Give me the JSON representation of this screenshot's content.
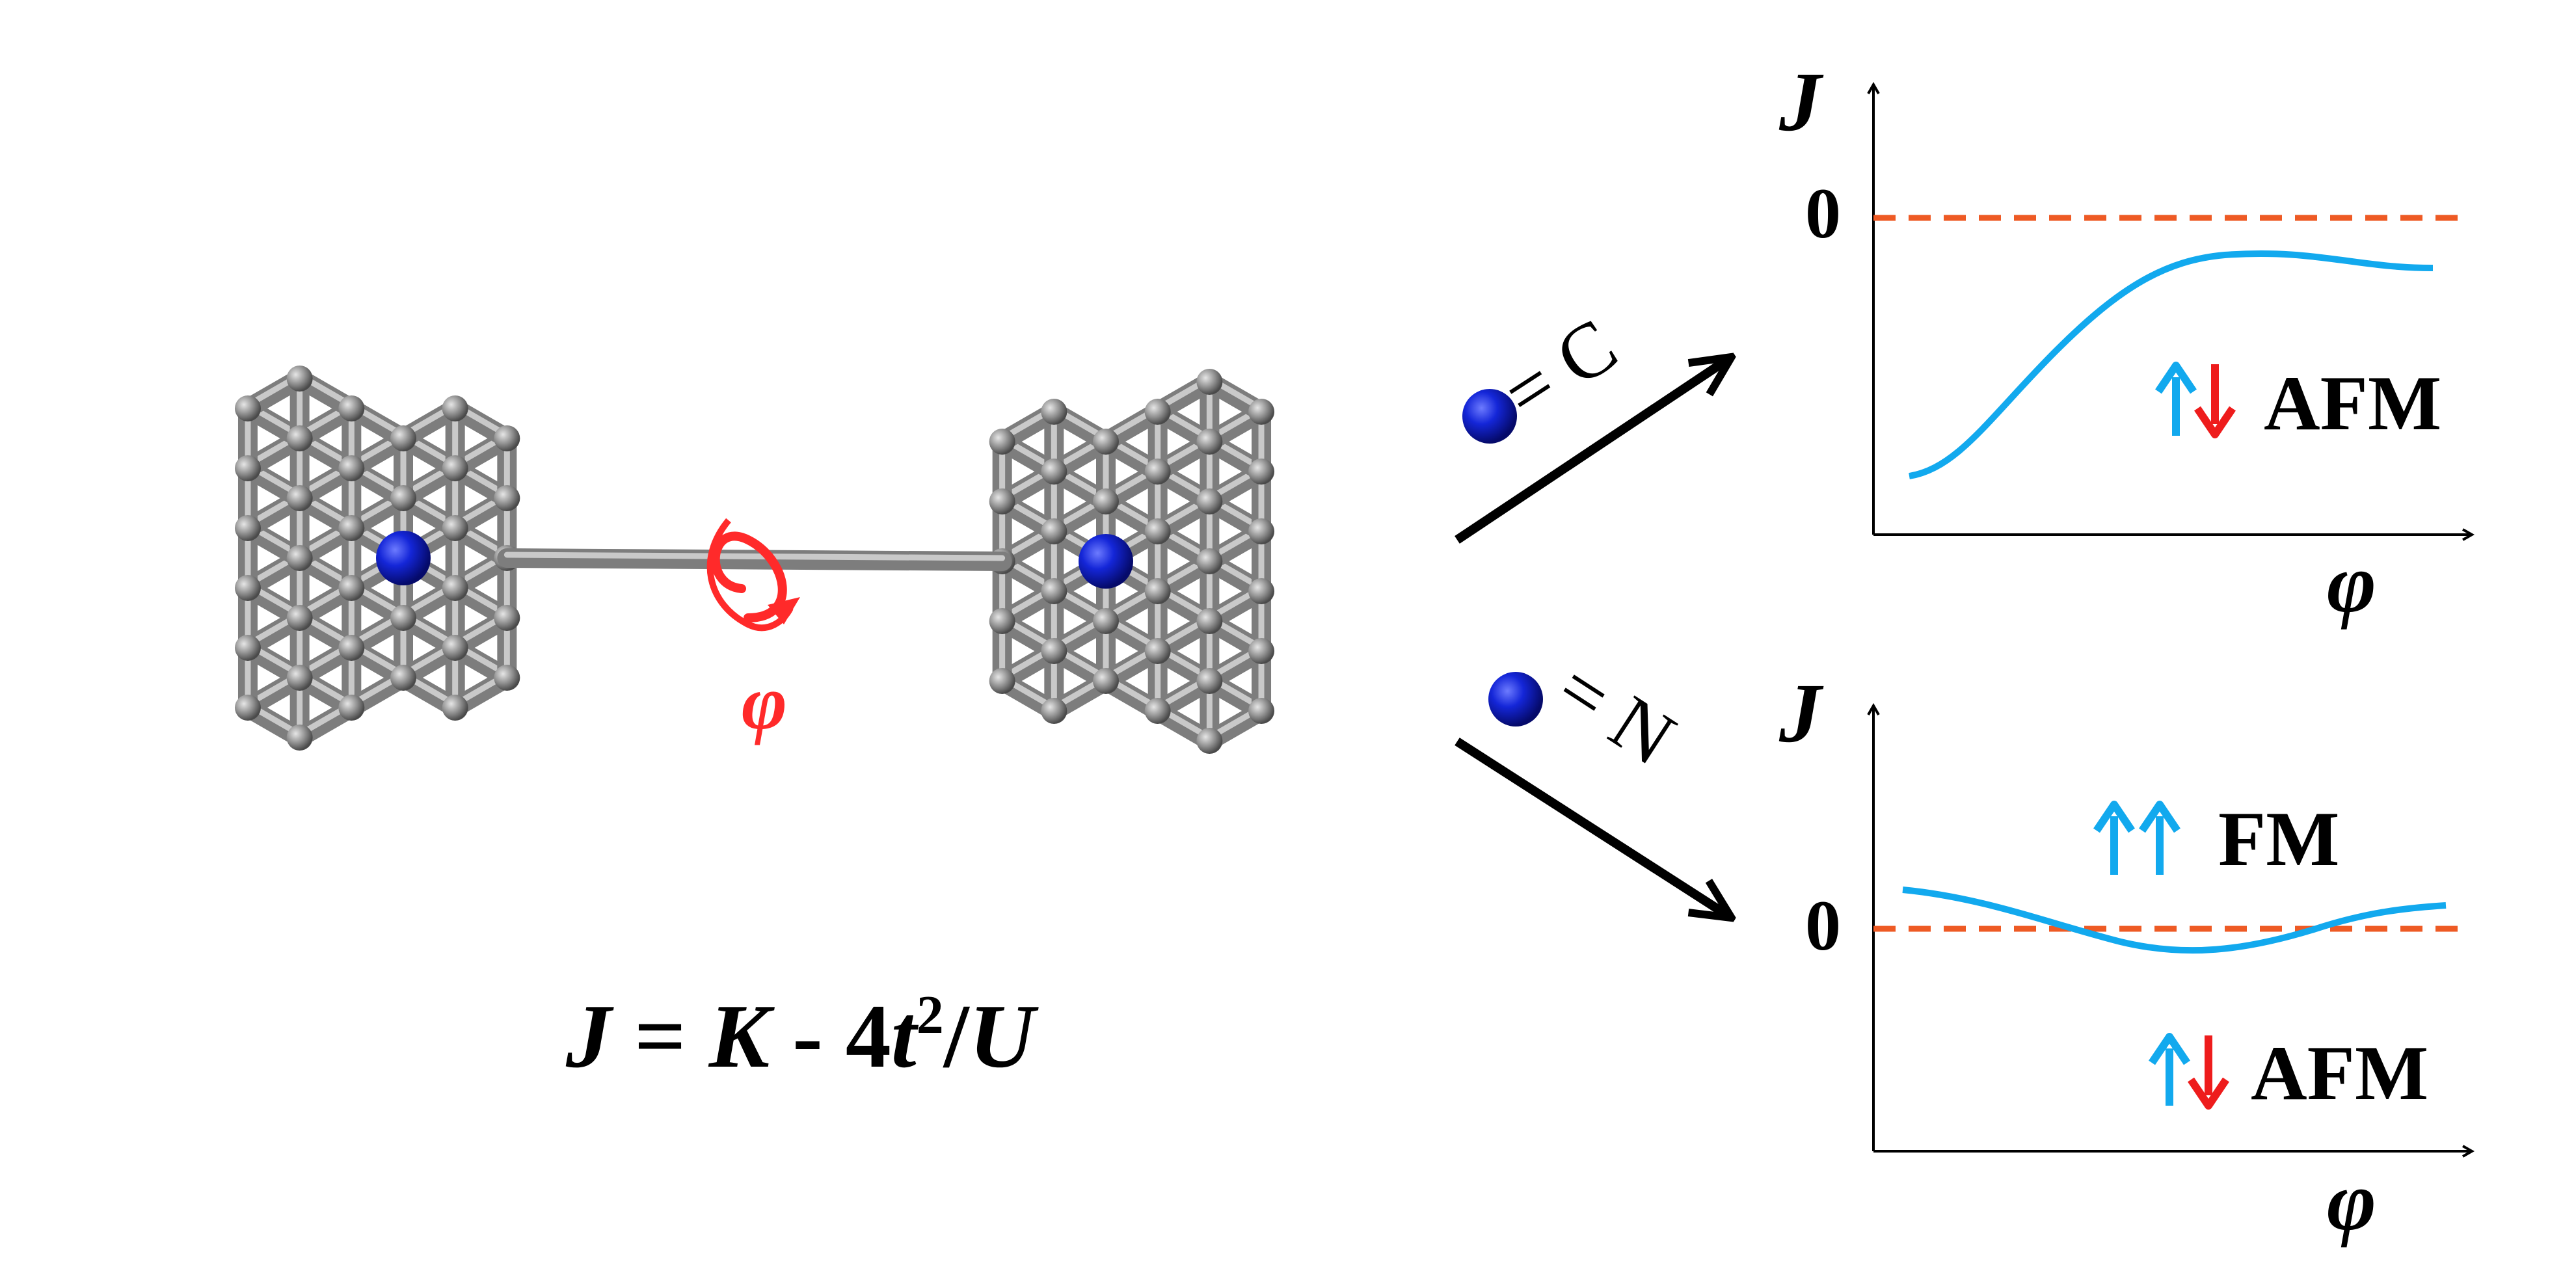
{
  "colors": {
    "carbon": "#7d7d7d",
    "carbon_highlight": "#c9c9c9",
    "hydrogen": "#ffffff",
    "heteroatom": "#0b16c8",
    "rotation": "#ff2a2a",
    "curve": "#12a9ee",
    "zero_line": "#ee5a24",
    "spin_up": "#12a9ee",
    "spin_down": "#ee1c1c",
    "axis": "#000000"
  },
  "rotation_label": "φ",
  "formula": {
    "J": "J",
    "eq": " = ",
    "K": "K",
    "minus": " - 4",
    "t": "t",
    "sup": "2",
    "slash": "/",
    "U": "U"
  },
  "legend_top": {
    "eq_text": "= C"
  },
  "legend_bottom": {
    "eq_text": "= N"
  },
  "plot_top": {
    "y_label": "J",
    "x_label": "φ",
    "zero_label": "0",
    "state_label": "AFM",
    "icon_up": "arrow-up-icon",
    "icon_down": "arrow-down-icon",
    "curve_shape": "sigmoidal rise toward zero, staying below zero"
  },
  "plot_bottom": {
    "y_label": "J",
    "x_label": "φ",
    "zero_label": "0",
    "state_upper_label": "FM",
    "state_lower_label": "AFM",
    "curve_shape": "shallow oscillation about zero"
  }
}
